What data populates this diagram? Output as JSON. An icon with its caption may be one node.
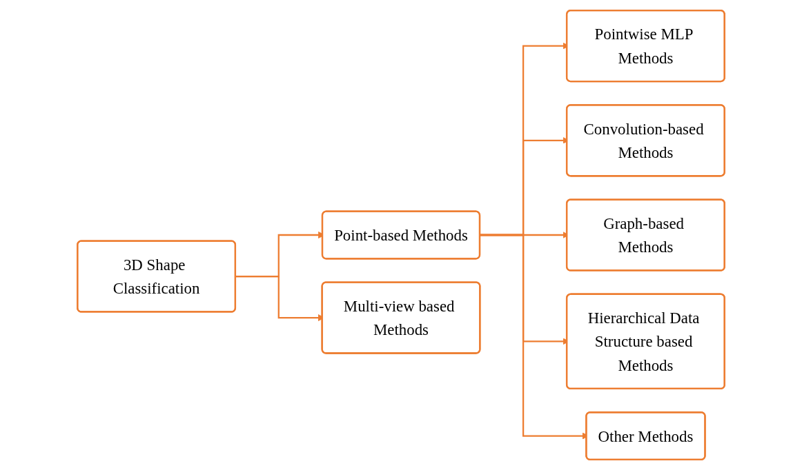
{
  "diagram": {
    "nodes": [
      {
        "text": [
          "3D Shape Classification"
        ]
      },
      {
        "text": [
          "Point-based Methods"
        ]
      },
      {
        "text": [
          "Multi-view based Methods"
        ]
      },
      {
        "text": [
          "Pointwise MLP Methods"
        ]
      },
      {
        "text": [
          "Convolution-based Methods"
        ]
      },
      {
        "text": [
          "Graph-based Methods"
        ]
      },
      {
        "text": [
          "Hierarchical Data Structure based Methods"
        ]
      },
      {
        "text": [
          "Other Methods"
        ]
      }
    ],
    "edges": [
      {
        "from": 0,
        "to": 1,
        "arrow": "to"
      },
      {
        "from": 0,
        "to": 2,
        "arrow": "to"
      },
      {
        "from": 1,
        "to": 3,
        "arrow": "to"
      },
      {
        "from": 1,
        "to": 4,
        "arrow": "to"
      },
      {
        "from": 1,
        "to": 5,
        "arrow": "to"
      },
      {
        "from": 1,
        "to": 6,
        "arrow": "to"
      },
      {
        "from": 1,
        "to": 7,
        "arrow": "to"
      }
    ]
  }
}
